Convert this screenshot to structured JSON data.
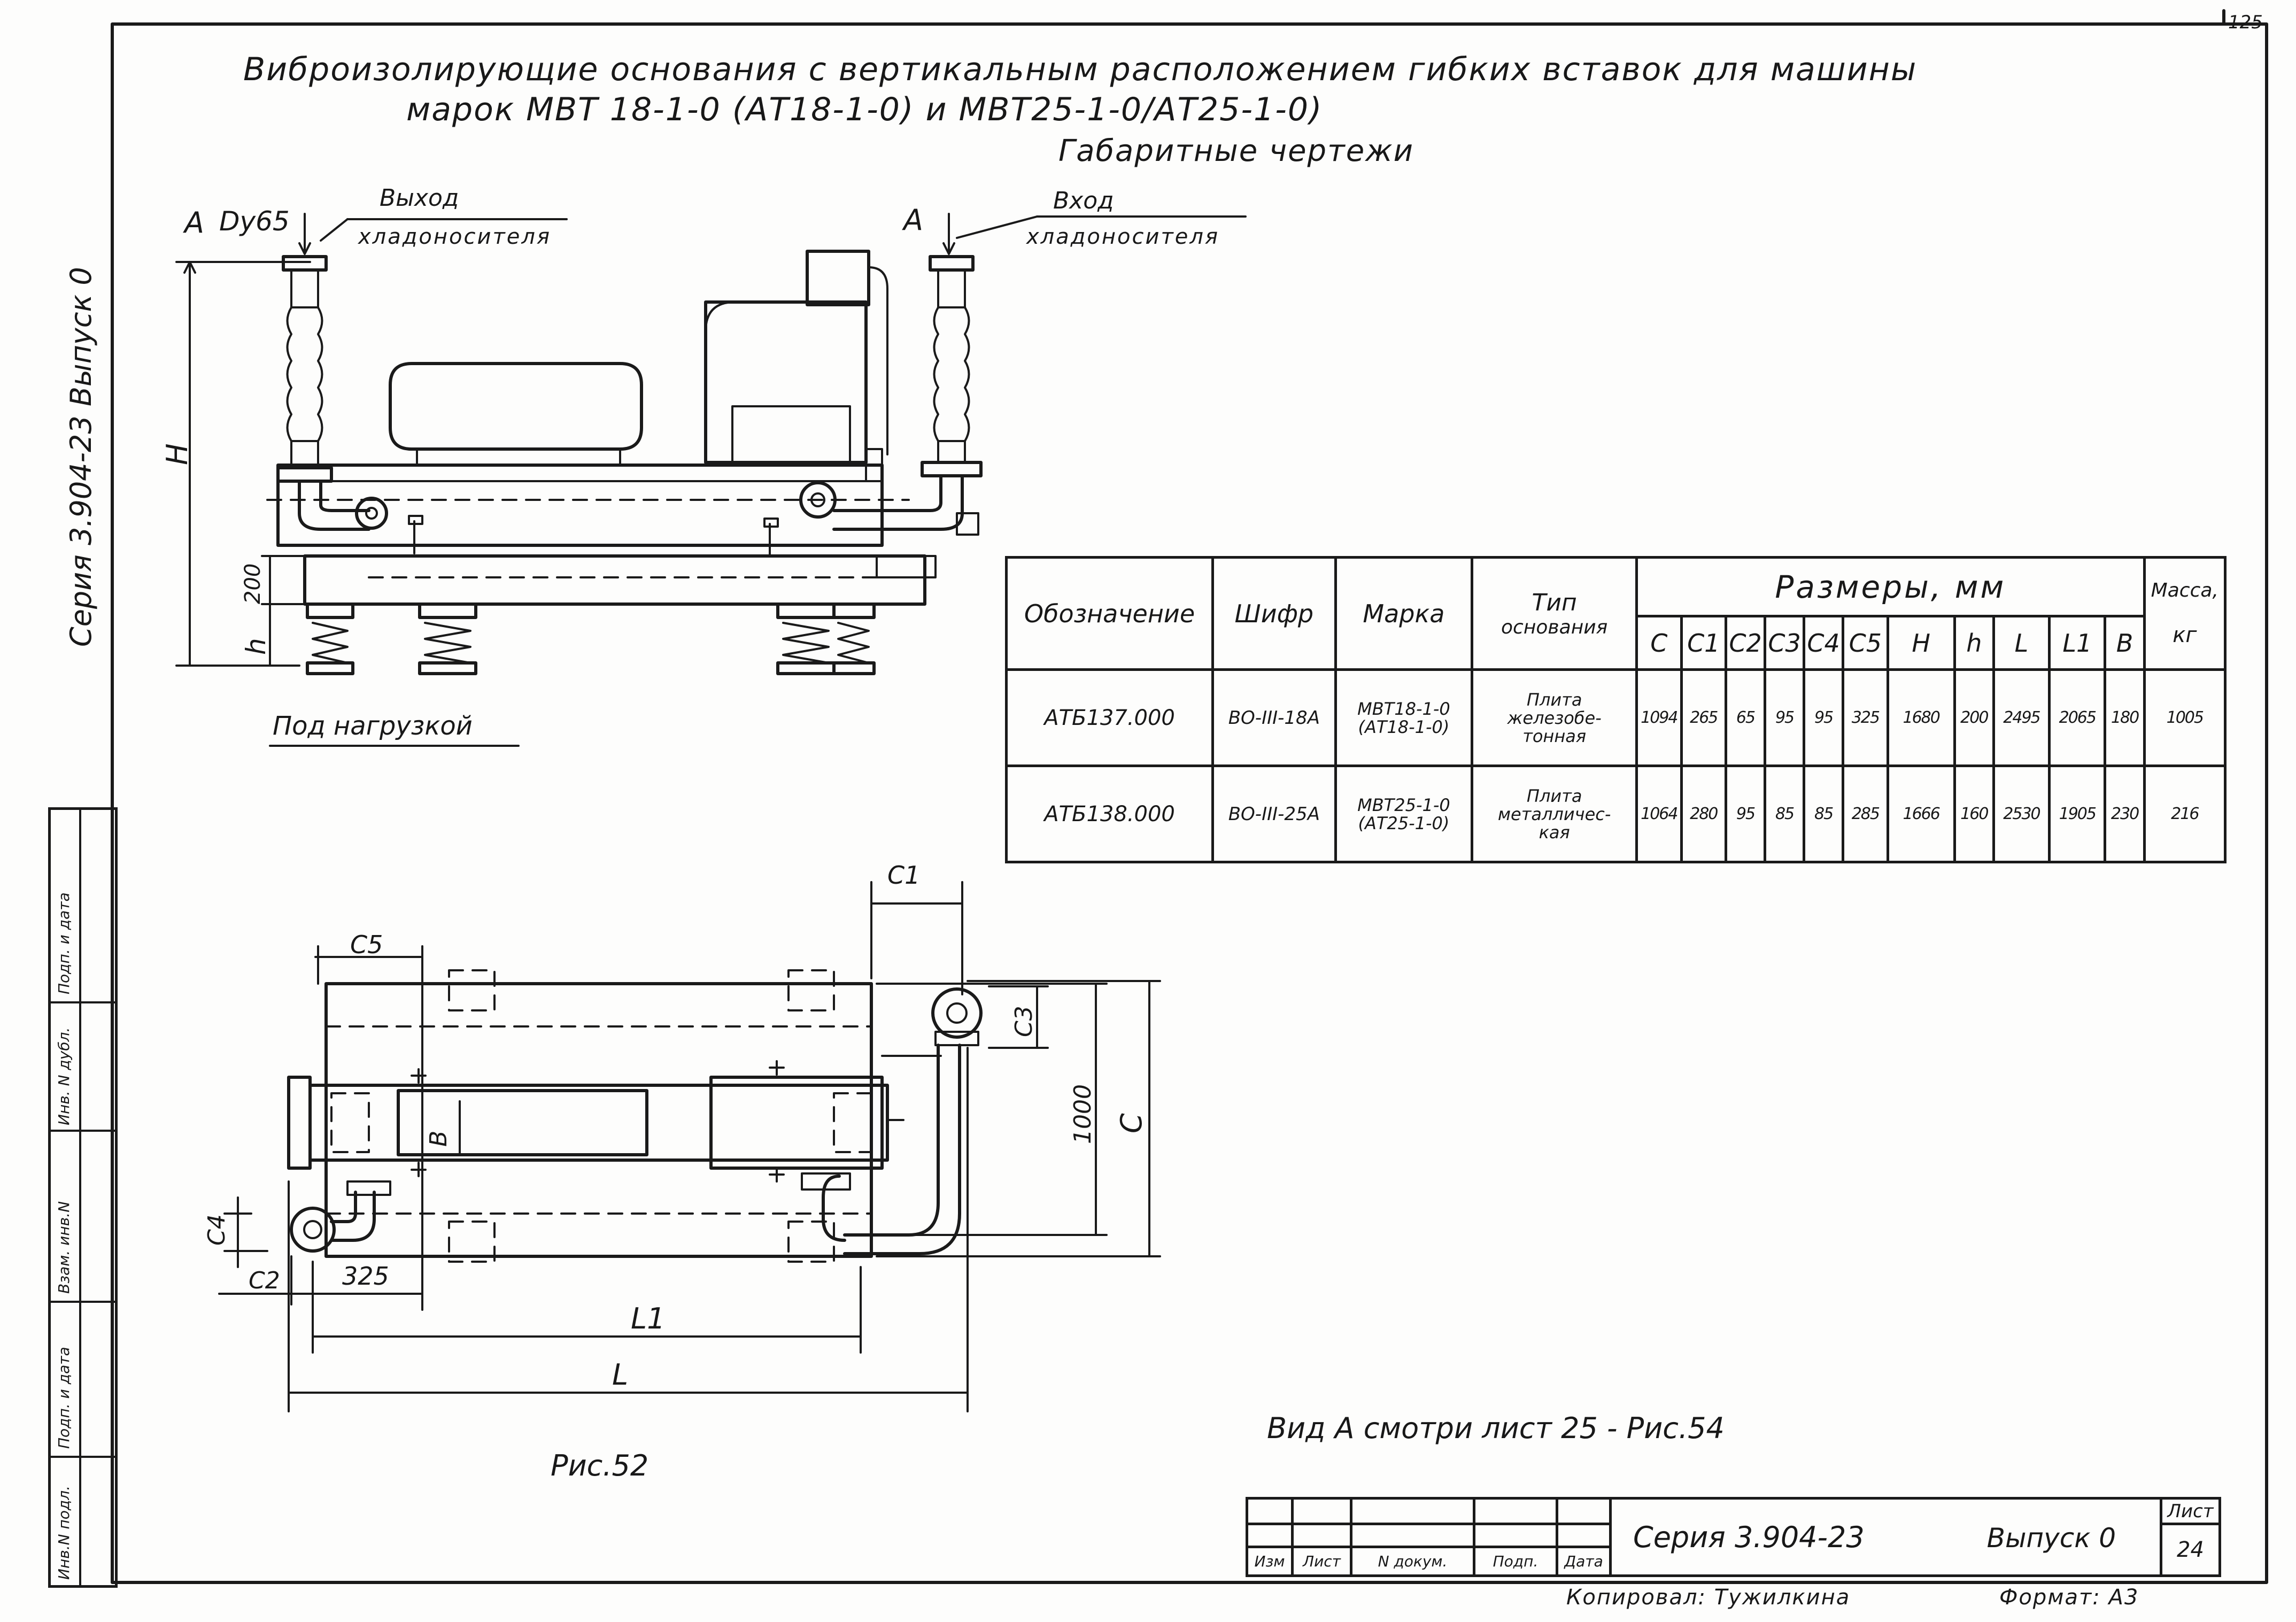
{
  "sheet": {
    "page_corner": "125",
    "title_line1": "Виброизолирующие основания с вертикальным расположением гибких вставок для машины",
    "title_line2": "марок МВТ 18-1-0 (АТ18-1-0) и МВТ25-1-0/АТ25-1-0)",
    "title_line3": "Габаритные чертежи",
    "side_series": "Серия 3.904-23 Выпуск 0",
    "side_fields": [
      "Инв.N подл.",
      "Подп. и дата",
      "Взам. инв.N",
      "Инв. N дубл.",
      "Подп. и дата"
    ]
  },
  "elevation": {
    "label_a_left": "А",
    "label_dn": "Dу65",
    "label_a_right": "А",
    "outlet_line1": "Выход",
    "outlet_line2": "хладоносителя",
    "inlet_line1": "Вход",
    "inlet_line2": "хладоносителя",
    "dim_H": "H",
    "dim_200": "200",
    "dim_h": "h",
    "under_load": "Под нагрузкой"
  },
  "plan": {
    "dim_C1": "C1",
    "dim_C5": "C5",
    "dim_C3": "C3",
    "dim_C4": "C4",
    "dim_C2": "C2",
    "dim_325": "325",
    "dim_1000": "1000",
    "dim_C": "C",
    "dim_B": "B",
    "dim_L1": "L1",
    "dim_L": "L",
    "caption": "Рис.52"
  },
  "view_note": "Вид А смотри лист 25 - Рис.54",
  "table": {
    "headers": {
      "designation": "Обозначение",
      "code": "Шифр",
      "brand": "Марка",
      "type_line1": "Тип",
      "type_line2": "основания",
      "dims_group": "Размеры, мм",
      "mass_line1": "Масса,",
      "mass_line2": "кг",
      "dims": [
        "C",
        "C1",
        "C2",
        "C3",
        "C4",
        "C5",
        "H",
        "h",
        "L",
        "L1",
        "B"
      ]
    },
    "rows": [
      {
        "designation": "АТБ137.000",
        "code": "ВО-III-18А",
        "brand1": "МВТ18-1-0",
        "brand2": "(АТ18-1-0)",
        "type1": "Плита",
        "type2": "железобе-",
        "type3": "тонная",
        "values": [
          "1094",
          "265",
          "65",
          "95",
          "95",
          "325",
          "1680",
          "200",
          "2495",
          "2065",
          "180"
        ],
        "mass": "1005"
      },
      {
        "designation": "АТБ138.000",
        "code": "ВО-III-25А",
        "brand1": "МВТ25-1-0",
        "brand2": "(АТ25-1-0)",
        "type1": "Плита",
        "type2": "металличес-",
        "type3": "кая",
        "values": [
          "1064",
          "280",
          "95",
          "85",
          "85",
          "285",
          "1666",
          "160",
          "2530",
          "1905",
          "230"
        ],
        "mass": "216"
      }
    ]
  },
  "stamp": {
    "cols": [
      "Изм",
      "Лист",
      "N докум.",
      "Подп.",
      "Дата"
    ],
    "series": "Серия 3.904-23",
    "issue": "Выпуск 0",
    "sheet_label": "Лист",
    "sheet_no": "24",
    "copied_by": "Копировал: Тужилкина",
    "format": "Формат: А3"
  }
}
